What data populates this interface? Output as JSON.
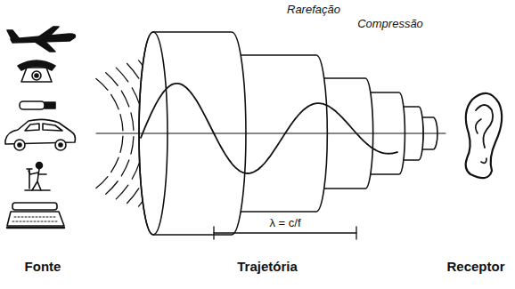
{
  "diagram": {
    "labels": [
      "Rarefação",
      "Compressão",
      "λ = c/f",
      "Fonte",
      "Trajetória",
      "Receptor"
    ]
  }
}
